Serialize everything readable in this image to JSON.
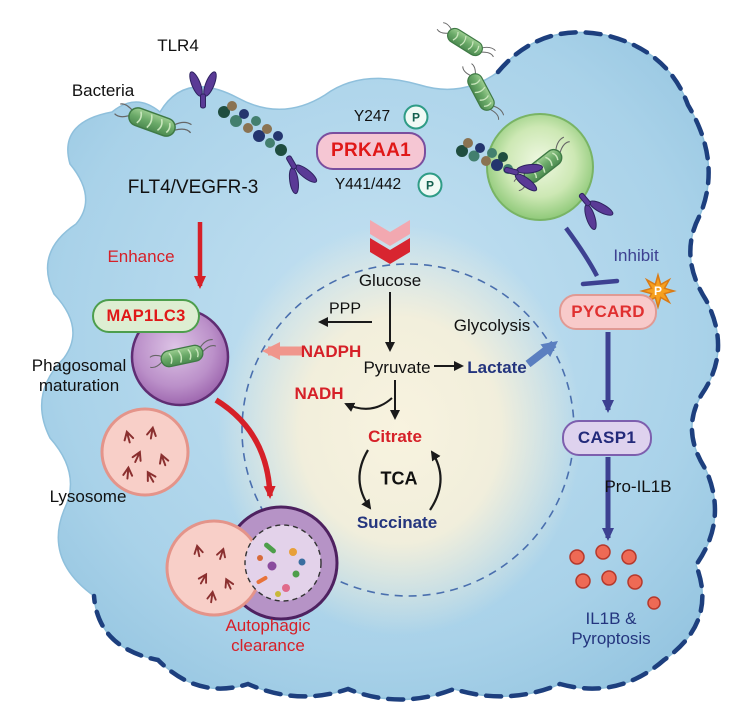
{
  "colors": {
    "cell_fill": "#a9d2e9",
    "membrane_dash_navy": "#1d3f7e",
    "enhance_red": "#d62028",
    "inhibit_navy": "#3d4191",
    "metabolite_red": "#d42020",
    "metabolite_blue": "#24357e",
    "salmon_arrow": "#f0968c",
    "steel_blue_arrow": "#5b7fc0",
    "phospho_star_orange": "#f6a01e",
    "prkaa1_box_fill": "#f5c6d3",
    "map1lc3_box_fill": "#ddeed2",
    "pycard_box_fill": "#f8caca",
    "casp1_box_fill": "#ded2ee"
  },
  "labels": {
    "tlr4": "TLR4",
    "bacteria": "Bacteria",
    "flt4": "FLT4/VEGFR-3",
    "y247": "Y247",
    "y441": "Y441/442",
    "p_top": "P",
    "p_bottom": "P",
    "p_star": "P",
    "prkaa1": "PRKAA1",
    "enhance": "Enhance",
    "map1lc3": "MAP1LC3",
    "phagosomal_maturation": "Phagosomal\nmaturation",
    "lysosome": "Lysosome",
    "autophagic_clearance": "Autophagic\nclearance",
    "glucose": "Glucose",
    "ppp": "PPP",
    "glycolysis": "Glycolysis",
    "nadph": "NADPH",
    "pyruvate": "Pyruvate",
    "lactate": "Lactate",
    "nadh": "NADH",
    "citrate": "Citrate",
    "tca": "TCA",
    "succinate": "Succinate",
    "inhibit": "Inhibit",
    "pycard": "PYCARD",
    "casp1": "CASP1",
    "pro_il1b": "Pro-IL1B",
    "il1b_pyroptosis": "IL1B &\nPyroptosis"
  }
}
